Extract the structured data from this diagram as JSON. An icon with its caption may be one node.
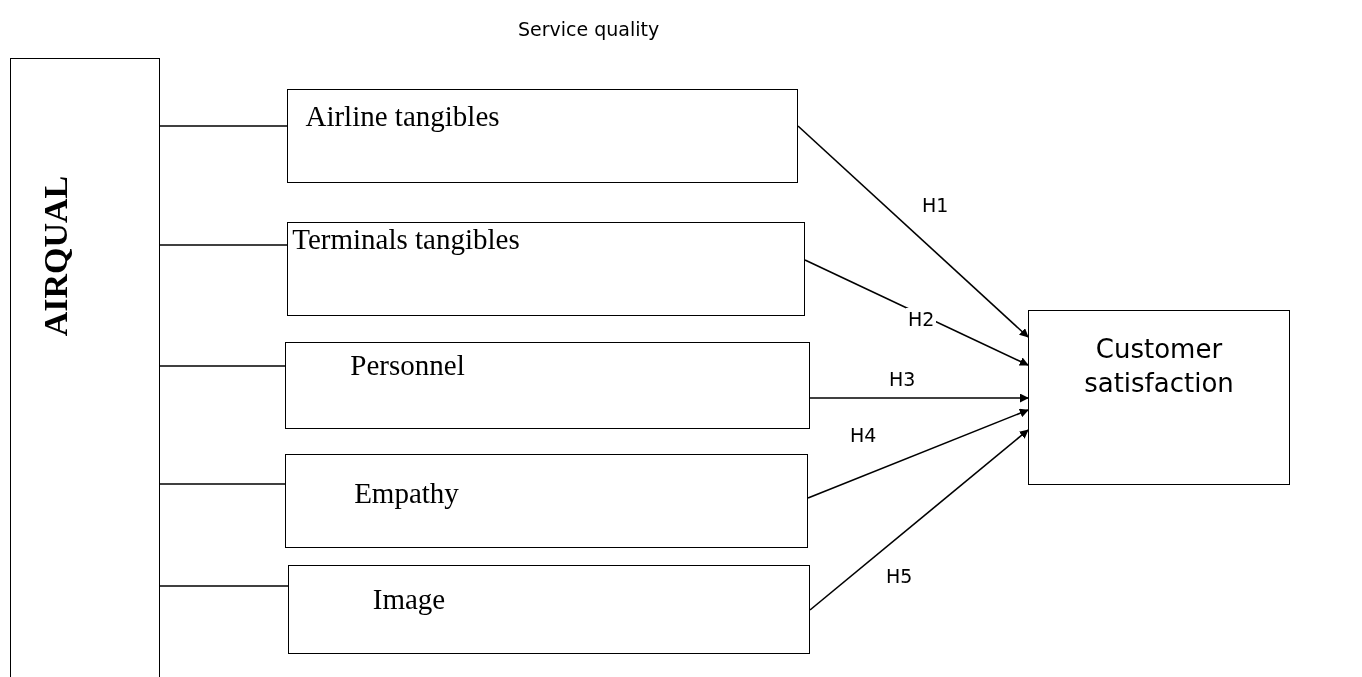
{
  "diagram": {
    "title": "Service quality",
    "nodes": [
      {
        "text": [
          "AIRQUAL"
        ]
      },
      {
        "text": [
          "Airline tangibles"
        ]
      },
      {
        "text": [
          "Terminals tangibles"
        ]
      },
      {
        "text": [
          "Personnel"
        ]
      },
      {
        "text": [
          "Empathy"
        ]
      },
      {
        "text": [
          "Image"
        ]
      },
      {
        "text": [
          "Customer satisfaction"
        ]
      }
    ],
    "edges": [
      {
        "from": 0,
        "to": 1,
        "arrow": "none"
      },
      {
        "from": 0,
        "to": 2,
        "arrow": "none"
      },
      {
        "from": 0,
        "to": 3,
        "arrow": "none"
      },
      {
        "from": 0,
        "to": 4,
        "arrow": "none"
      },
      {
        "from": 0,
        "to": 5,
        "arrow": "none"
      },
      {
        "from": 1,
        "to": 6,
        "arrow": "to",
        "label": "H1"
      },
      {
        "from": 2,
        "to": 6,
        "arrow": "to",
        "label": "H2"
      },
      {
        "from": 3,
        "to": 6,
        "arrow": "to",
        "label": "H3"
      },
      {
        "from": 4,
        "to": 6,
        "arrow": "to",
        "label": "H4"
      },
      {
        "from": 5,
        "to": 6,
        "arrow": "to",
        "label": "H5"
      }
    ]
  }
}
